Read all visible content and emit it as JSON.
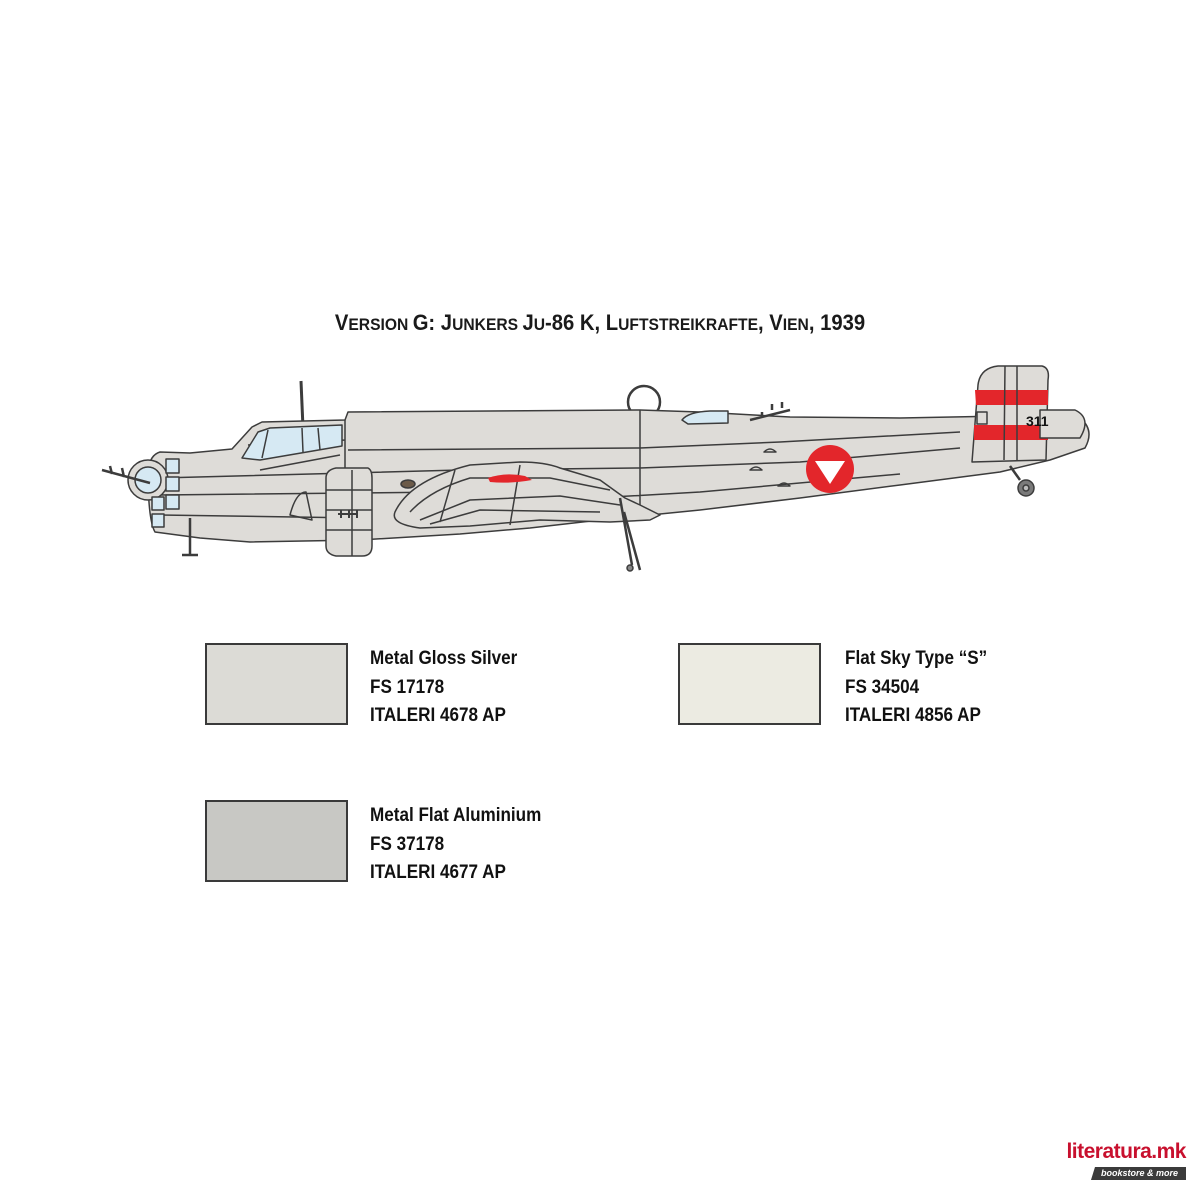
{
  "title": {
    "text": "Version G:  Junkers Ju-86 K, Luftstreikrafte,  Vien, 1939",
    "parts": [
      "V",
      "ERSION ",
      "G:  J",
      "UNKERS ",
      "J",
      "U",
      "-86 K, L",
      "UFTSTREIKRAFTE",
      ",  V",
      "IEN",
      ", 1939"
    ]
  },
  "aircraft": {
    "type": "Junkers Ju-86 K side profile",
    "tail_number": "311",
    "colors": {
      "body": "#dedcd8",
      "outline": "#3c3c3c",
      "glass": "#d6e9f3",
      "marking_red": "#e3262b",
      "marking_white": "#ffffff"
    }
  },
  "paints": [
    {
      "name": "Metal Gloss Silver",
      "fs": "FS 17178",
      "code": "ITALERI 4678 AP",
      "hex": "#dcdbd6"
    },
    {
      "name": "Flat Sky Type “S”",
      "fs": "FS 34504",
      "code": "ITALERI 4856 AP",
      "hex": "#ecebe2"
    },
    {
      "name": "Metal Flat Aluminium",
      "fs": "FS 37178",
      "code": "ITALERI 4677 AP",
      "hex": "#c8c8c4"
    }
  ],
  "watermark": {
    "name": "literatura.mk",
    "tagline": "bookstore & more",
    "color": "#c8102e"
  }
}
